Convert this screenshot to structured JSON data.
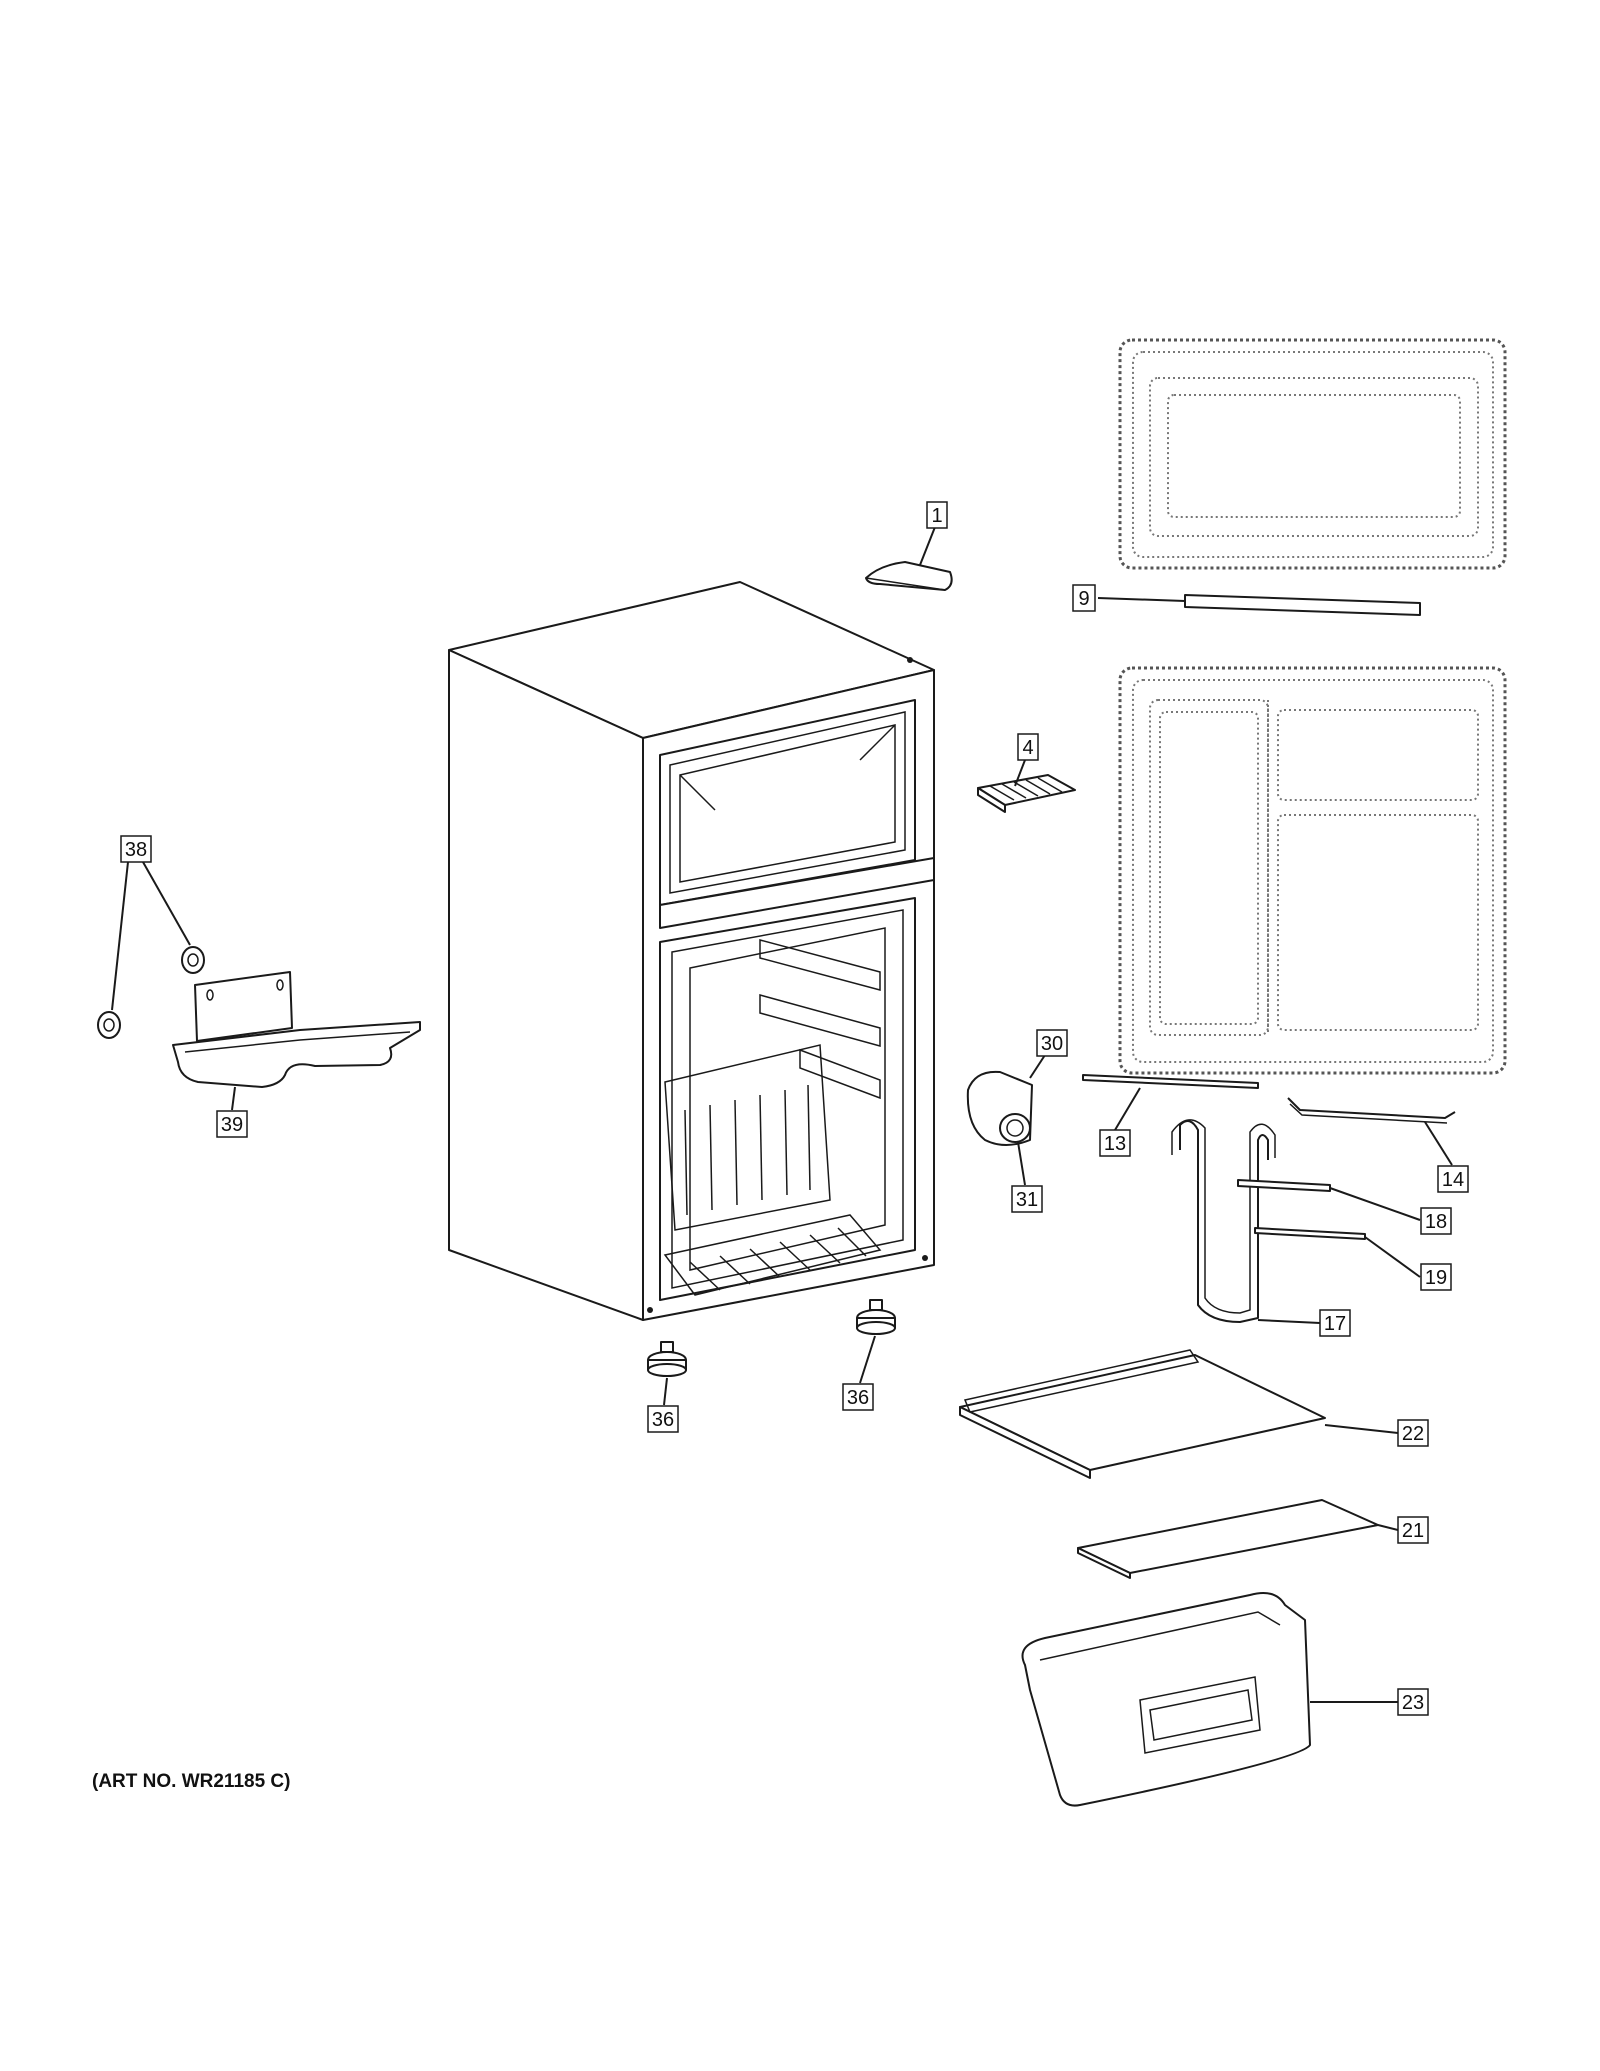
{
  "callouts": {
    "c1": "1",
    "c4": "4",
    "c9": "9",
    "c13": "13",
    "c14": "14",
    "c17": "17",
    "c18": "18",
    "c19": "19",
    "c21": "21",
    "c22": "22",
    "c23": "23",
    "c30": "30",
    "c31": "31",
    "c36a": "36",
    "c36b": "36",
    "c38": "38",
    "c39": "39"
  },
  "art_number": "(ART NO. WR21185 C)"
}
